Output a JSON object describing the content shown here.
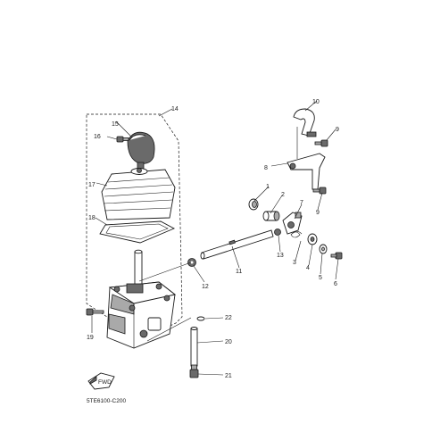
{
  "drawing_code": "5TE6100-C200",
  "fwd_badge": "FWD",
  "callouts": [
    {
      "id": "c1",
      "text": "1"
    },
    {
      "id": "c2",
      "text": "2"
    },
    {
      "id": "c3",
      "text": "3"
    },
    {
      "id": "c4",
      "text": "4"
    },
    {
      "id": "c5",
      "text": "5"
    },
    {
      "id": "c6",
      "text": "6"
    },
    {
      "id": "c7",
      "text": "7"
    },
    {
      "id": "c8",
      "text": "8"
    },
    {
      "id": "c9a",
      "text": "9"
    },
    {
      "id": "c9b",
      "text": "9"
    },
    {
      "id": "c10",
      "text": "10"
    },
    {
      "id": "c11",
      "text": "11"
    },
    {
      "id": "c12",
      "text": "12"
    },
    {
      "id": "c13",
      "text": "13"
    },
    {
      "id": "c14",
      "text": "14"
    },
    {
      "id": "c15",
      "text": "15"
    },
    {
      "id": "c16",
      "text": "16"
    },
    {
      "id": "c17",
      "text": "17"
    },
    {
      "id": "c18",
      "text": "18"
    },
    {
      "id": "c19",
      "text": "19"
    },
    {
      "id": "c20",
      "text": "20"
    },
    {
      "id": "c21",
      "text": "21"
    },
    {
      "id": "c22",
      "text": "22"
    }
  ]
}
